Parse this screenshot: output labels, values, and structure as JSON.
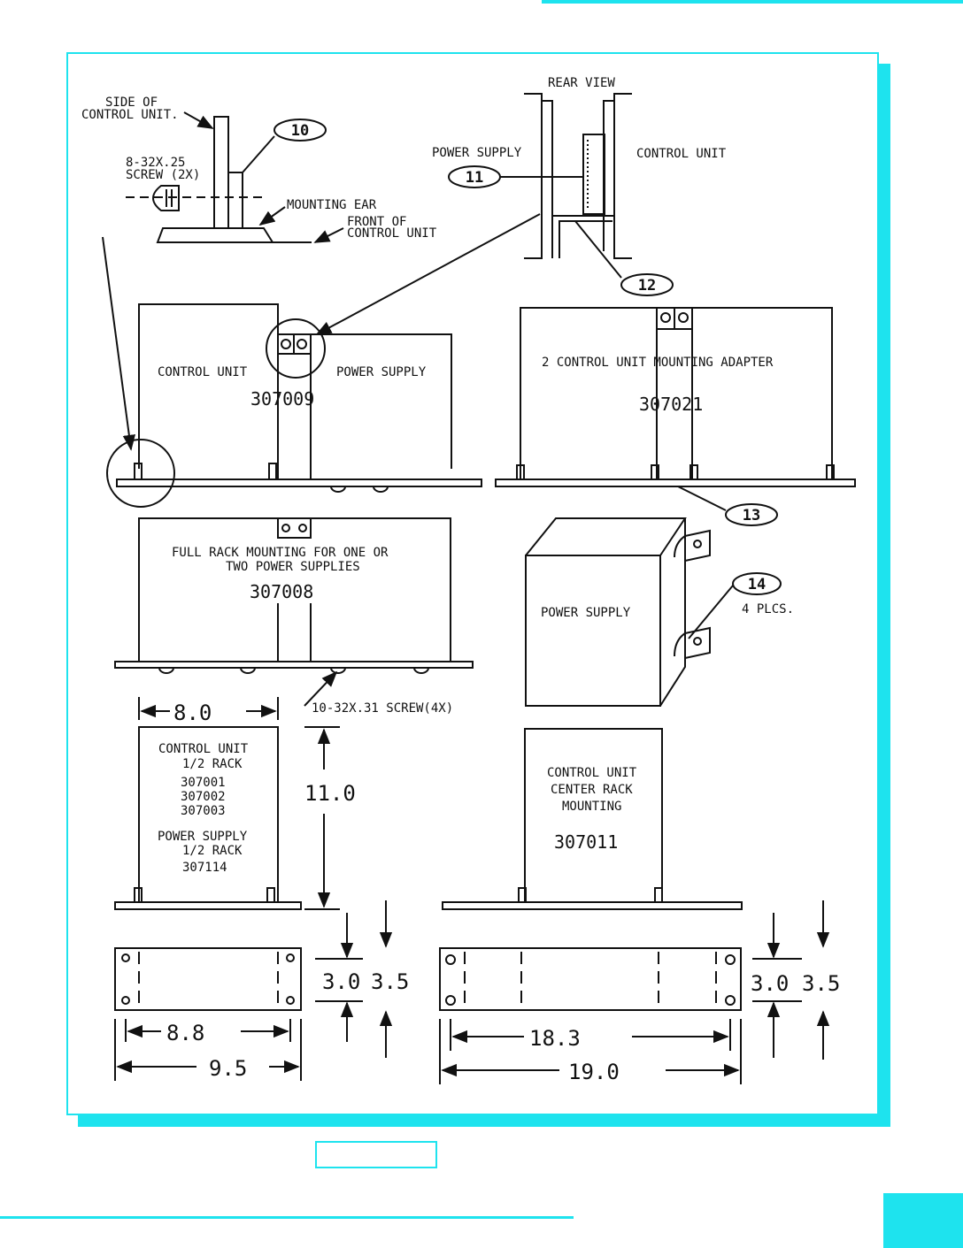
{
  "colors": {
    "accent": "#1ee3ee",
    "ink": "#111111"
  },
  "detail": {
    "rear_view_label": "REAR VIEW",
    "side_of_label": "SIDE OF",
    "control_unit_label": "CONTROL UNIT.",
    "screw_label_1": "8-32X.25",
    "screw_label_2": "SCREW (2X)",
    "mounting_ear_label": "MOUNTING EAR",
    "front_of_label": "FRONT OF",
    "front_control_unit_label": "CONTROL UNIT",
    "power_supply_label": "POWER SUPPLY",
    "control_unit_right_label": "CONTROL UNIT"
  },
  "callouts": [
    "10",
    "11",
    "12",
    "13",
    "14"
  ],
  "panels": {
    "p307009": {
      "left": "CONTROL UNIT",
      "right": "POWER SUPPLY",
      "part": "307009"
    },
    "p307021": {
      "title": "2 CONTROL UNIT MOUNTING ADAPTER",
      "part": "307021"
    },
    "p307008": {
      "line1": "FULL RACK MOUNTING FOR ONE OR",
      "line2": "TWO POWER SUPPLIES",
      "part": "307008"
    },
    "box": {
      "label": "POWER SUPPLY",
      "callout_note": "4 PLCS."
    },
    "screw_note": "10-32X.31 SCREW(4X)",
    "half_rack": {
      "l1": "CONTROL UNIT",
      "l2": "1/2 RACK",
      "p1": "307001",
      "p2": "307002",
      "p3": "307003",
      "l3": "POWER SUPPLY",
      "l4": "1/2 RACK",
      "p4": "307114"
    },
    "center_rack": {
      "l1": "CONTROL UNIT",
      "l2": "CENTER RACK",
      "l3": "MOUNTING",
      "part": "307011"
    }
  },
  "dimensions": {
    "width_half": "8.0",
    "height": "11.0",
    "hole_half": "8.8",
    "overall_half": "9.5",
    "depth_a": "3.0",
    "depth_b": "3.5",
    "hole_full": "18.3",
    "overall_full": "19.0"
  }
}
